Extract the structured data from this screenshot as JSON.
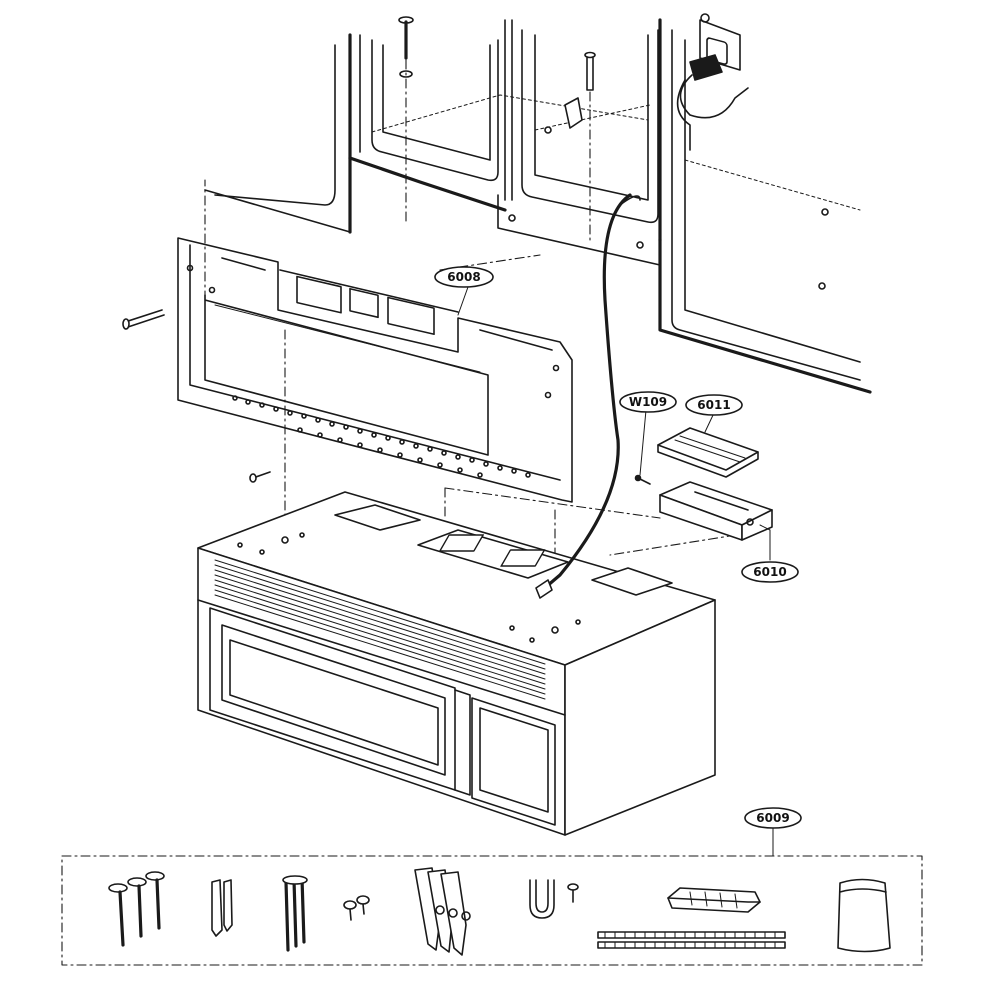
{
  "diagram": {
    "callouts": [
      {
        "id": "c6008",
        "label": "6008"
      },
      {
        "id": "cW109",
        "label": "W109"
      },
      {
        "id": "c6011",
        "label": "6011"
      },
      {
        "id": "c6010",
        "label": "6010"
      },
      {
        "id": "c6009",
        "label": "6009"
      }
    ]
  },
  "icons": {
    "screws": "wood-screw-icon",
    "anchors": "wall-anchor-icon",
    "bolts": "toggle-bolt-icon",
    "small_screws": "machine-screw-icon",
    "wing_clips": "toggle-wing-icon",
    "clamp": "cord-clamp-icon",
    "damper": "damper-assembly-icon",
    "tape": "foam-strip-icon",
    "bag": "parts-bag-icon"
  },
  "colors": {
    "line": "#1a1a1a",
    "background": "#ffffff"
  }
}
